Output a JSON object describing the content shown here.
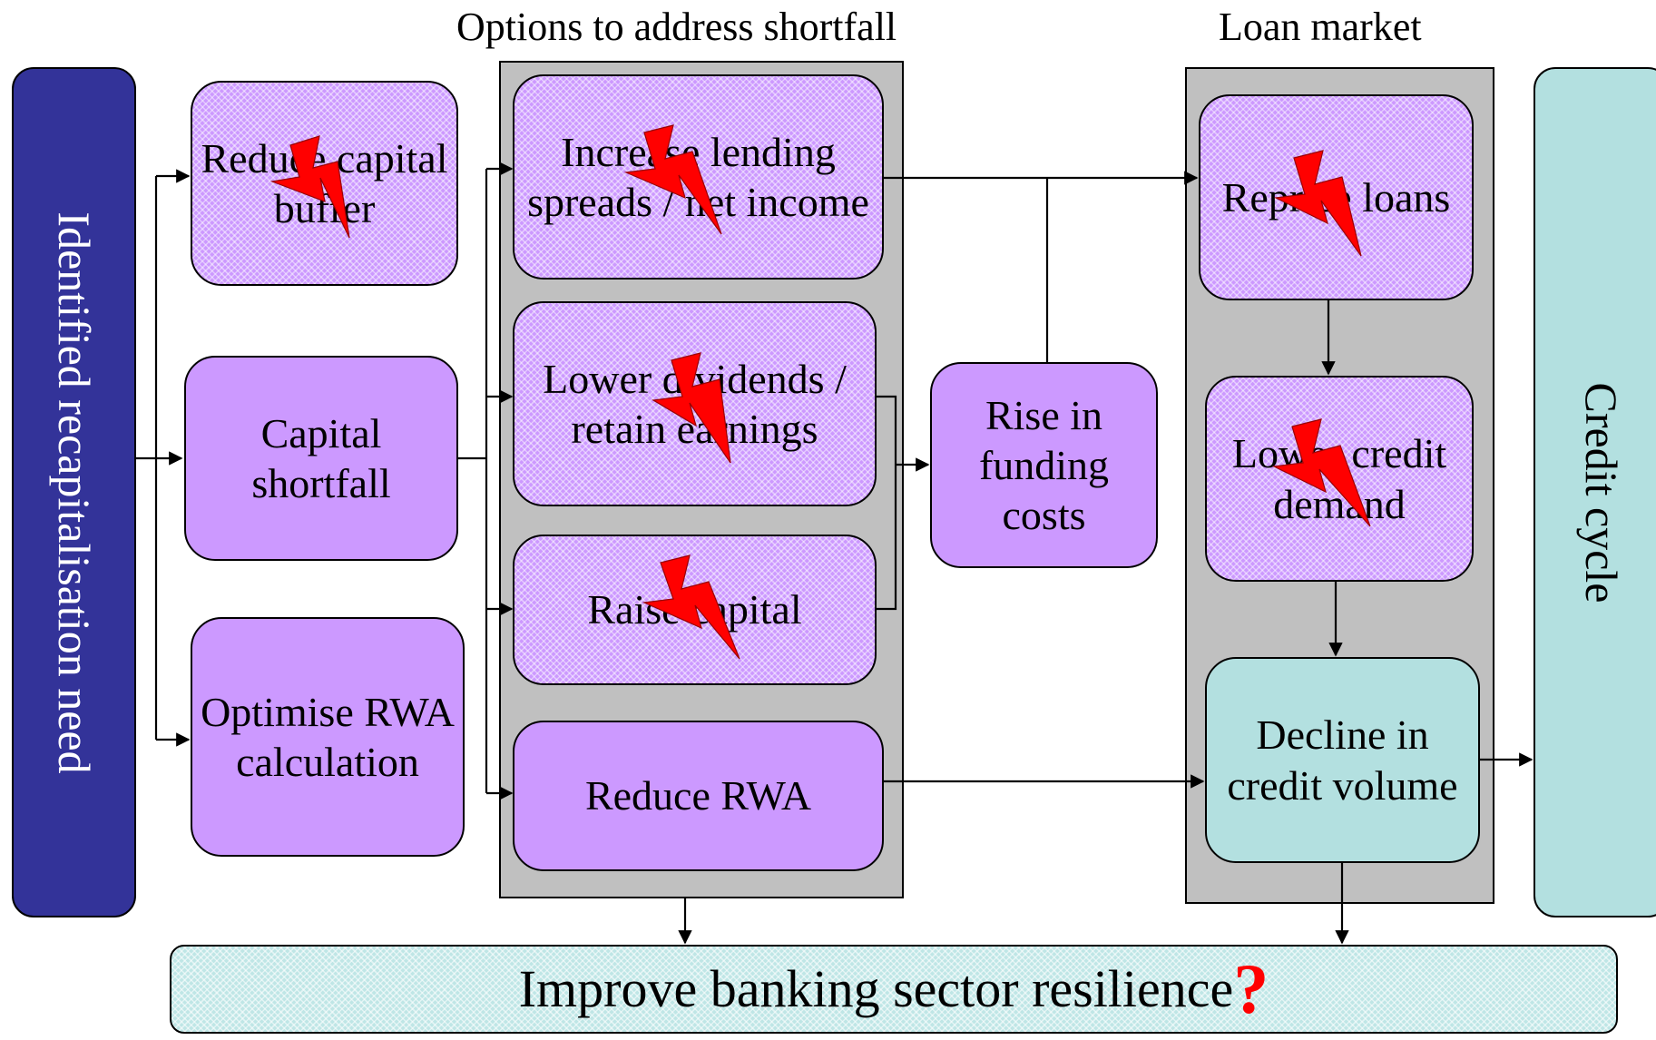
{
  "headings": {
    "options": "Options to address shortfall",
    "loan_market": "Loan market"
  },
  "left_bar": "Identified recapitalisation need",
  "right_bar": "Credit cycle",
  "boxes": {
    "reduce_buffer": "Reduce capital buffer",
    "capital_shortfall": "Capital shortfall",
    "optimise_rwa": "Optimise RWA calculation",
    "increase_spreads": "Increase lending spreads / net income",
    "lower_dividends": "Lower dividends / retain earnings",
    "raise_capital": "Raise capital",
    "reduce_rwa": "Reduce RWA",
    "rise_funding": "Rise in funding costs",
    "reprice": "Reprice loans",
    "lower_demand": "Lower credit demand",
    "decline_volume": "Decline in credit volume"
  },
  "bottom": {
    "label": "Improve banking sector resilience",
    "mark": "?"
  },
  "colors": {
    "navy": "#333399",
    "lilac": "#cc99ff",
    "teal": "#b3e0e0",
    "gray": "#c0c0c0",
    "lightning": "#ff0000"
  },
  "icons": [
    "lightning-bolt-icon",
    "question-mark-icon"
  ]
}
